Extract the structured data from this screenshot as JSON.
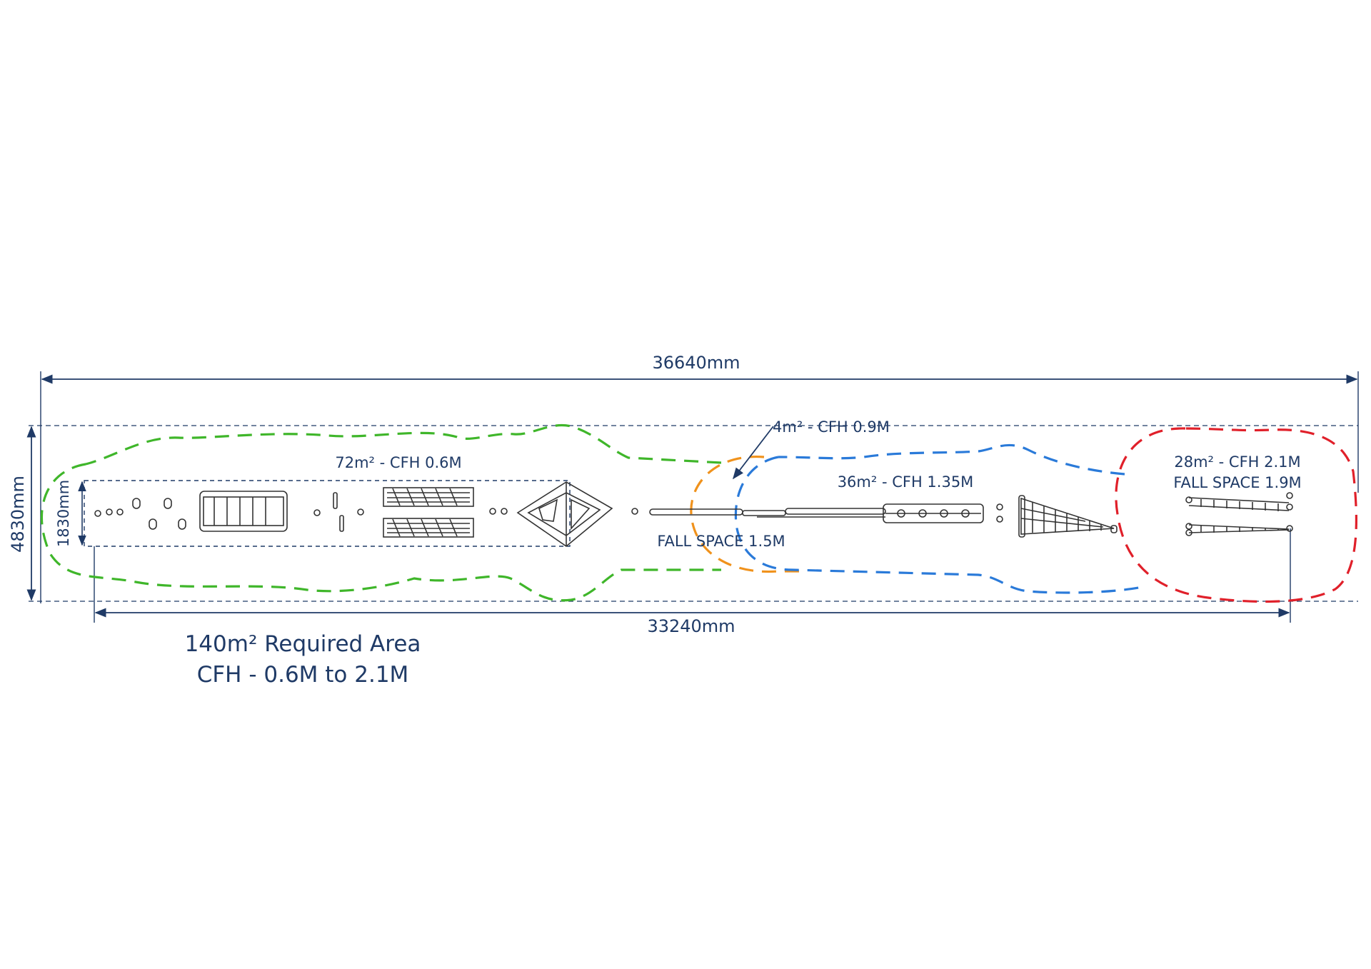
{
  "dimensions": {
    "overall_length": "36640mm",
    "inner_length": "33240mm",
    "overall_width": "4830mm",
    "inner_width": "1830mm"
  },
  "zones": {
    "green": {
      "label": "72m² - CFH 0.6M",
      "color": "#3fb62a"
    },
    "orange": {
      "label": "4m² - CFH 0.9M",
      "fall_space": "FALL SPACE 1.5M",
      "color": "#f0921c"
    },
    "blue": {
      "label": "36m² - CFH 1.35M",
      "color": "#2a7ad9"
    },
    "red": {
      "label_line1": "28m² - CFH 2.1M",
      "label_line2": "FALL SPACE 1.9M",
      "color": "#e0202a"
    }
  },
  "required_area": {
    "line1": "140m² Required Area",
    "line2": "CFH - 0.6M to 2.1M"
  },
  "colors": {
    "dimension_lines": "#1f3a66",
    "equipment": "#333333"
  }
}
